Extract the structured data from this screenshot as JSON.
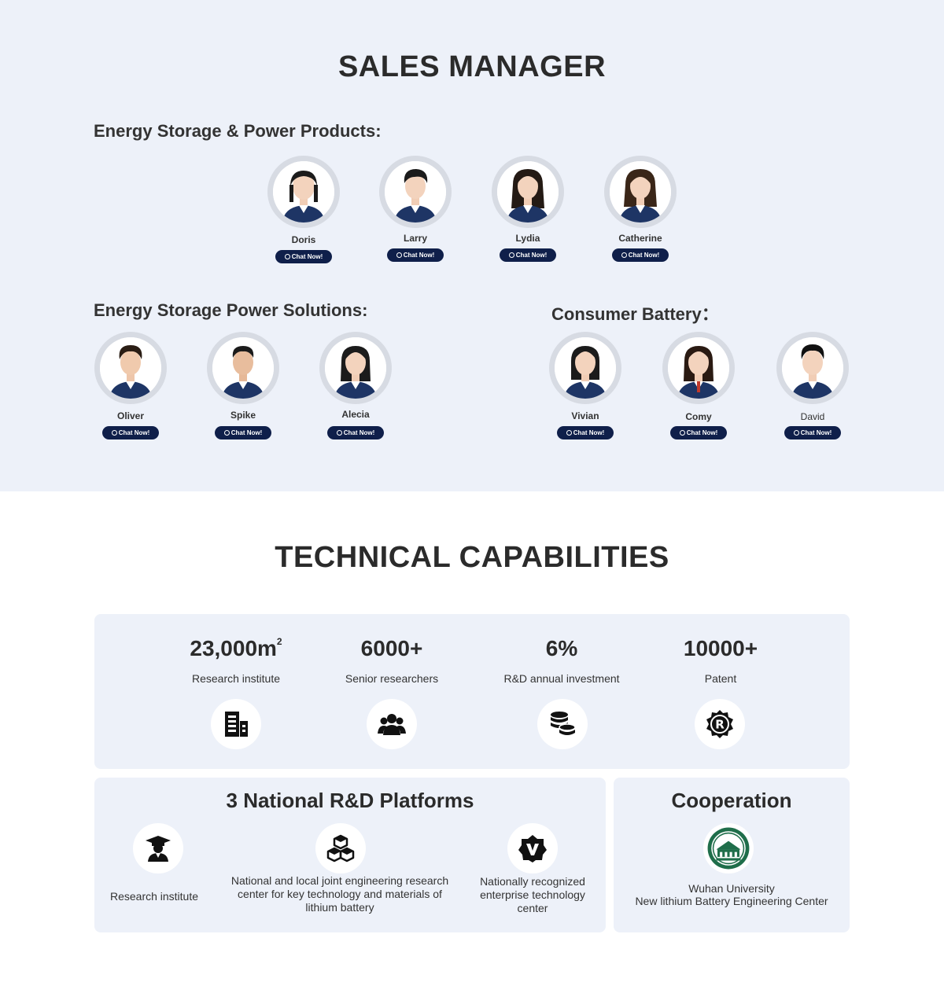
{
  "sales": {
    "title": "SALES MANAGER",
    "groups": {
      "energy_storage_products": {
        "label": "Energy Storage & Power Products:",
        "people": [
          {
            "name": "Doris",
            "button": "Chat Now!"
          },
          {
            "name": "Larry",
            "button": "Chat Now!"
          },
          {
            "name": "Lydia",
            "button": "Chat Now!"
          },
          {
            "name": "Catherine",
            "button": "Chat Now!"
          }
        ]
      },
      "energy_storage_solutions": {
        "label": "Energy Storage Power Solutions:",
        "people": [
          {
            "name": "Oliver",
            "button": "Chat Now!"
          },
          {
            "name": "Spike",
            "button": "Chat Now!"
          },
          {
            "name": "Alecia",
            "button": "Chat Now!"
          }
        ]
      },
      "consumer_battery": {
        "label": "Consumer Battery：",
        "people": [
          {
            "name": "Vivian",
            "button": "Chat Now!"
          },
          {
            "name": "Comy",
            "button": "Chat Now!"
          },
          {
            "name": "David",
            "button": "Chat Now!"
          }
        ]
      }
    }
  },
  "tech": {
    "title": "TECHNICAL CAPABILITIES",
    "stats": [
      {
        "value": "23,000m",
        "sup": "2",
        "label": "Research institute",
        "icon": "building-icon"
      },
      {
        "value": "6000+",
        "label": "Senior researchers",
        "icon": "team-icon"
      },
      {
        "value": "6%",
        "label": "R&D annual investment",
        "icon": "coins-icon"
      },
      {
        "value": "10000+",
        "label": "Patent",
        "icon": "registered-icon"
      }
    ],
    "platforms": {
      "title": "3 National R&D Platforms",
      "items": [
        {
          "text": "Research institute",
          "icon": "graduate-icon"
        },
        {
          "text": "National and local joint engineering research center for key technology and materials of lithium battery",
          "icon": "cubes-icon"
        },
        {
          "text": "Nationally recognized enterprise technology center",
          "icon": "badge-v-icon"
        }
      ]
    },
    "cooperation": {
      "title": "Cooperation",
      "line1": "Wuhan University",
      "line2": "New lithium Battery Engineering Center",
      "icon": "university-seal-icon"
    }
  }
}
